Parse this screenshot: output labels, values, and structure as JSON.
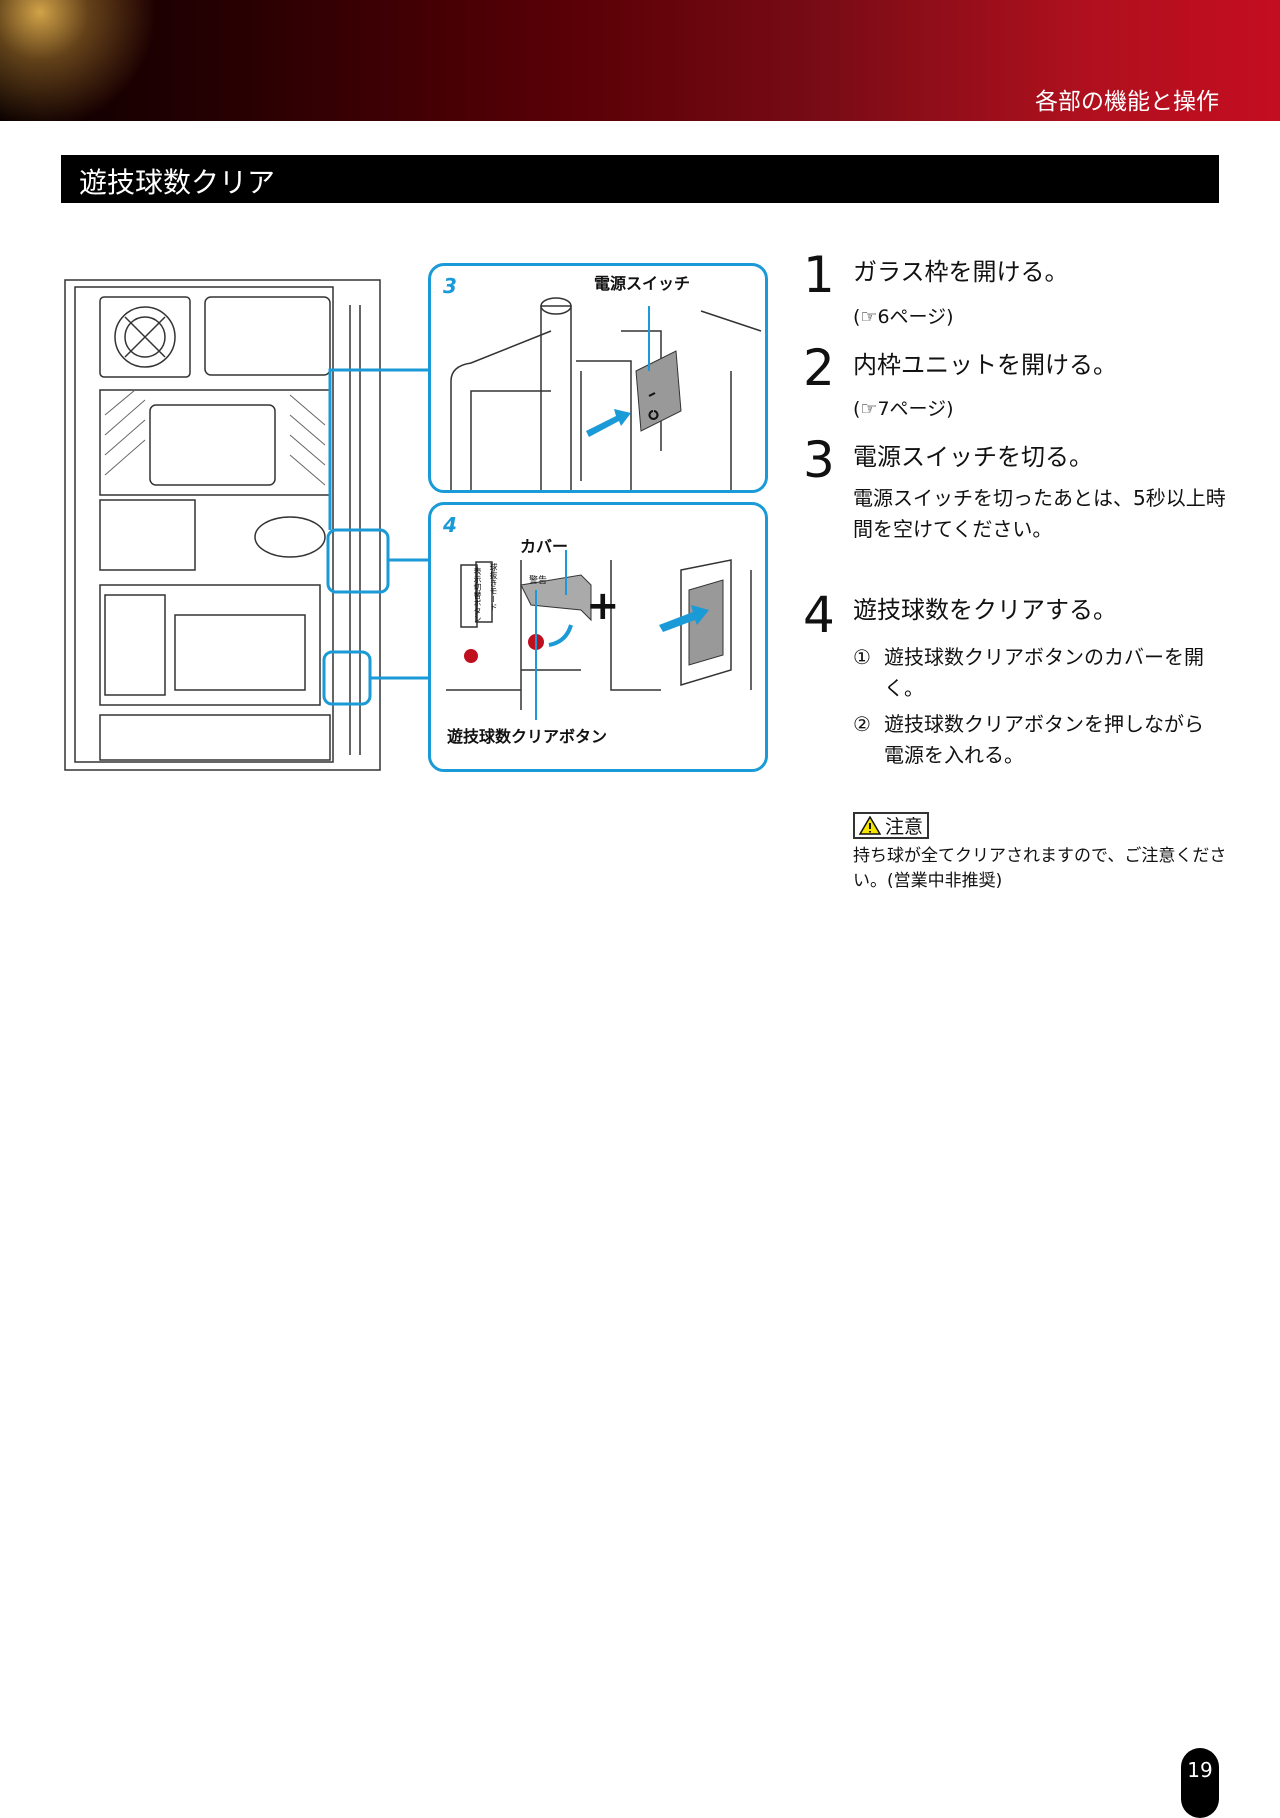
{
  "header": {
    "section": "各部の機能と操作",
    "accent": "#c40d20"
  },
  "title": "遊技球数クリア",
  "illustration": {
    "panel3": {
      "number": "3",
      "label": "電源スイッチ"
    },
    "panel4": {
      "number": "4",
      "cover_label": "カバー",
      "button_label": "遊技球数クリアボタン",
      "tag1": "球抜きモード",
      "tag2": "表示切替ボタン",
      "warning": "警告",
      "plus": "+"
    }
  },
  "steps": [
    {
      "num": "1",
      "text": "ガラス枠を開ける。",
      "ref": "(☞6ページ)"
    },
    {
      "num": "2",
      "text": "内枠ユニットを開ける。",
      "ref": "(☞7ページ)"
    },
    {
      "num": "3",
      "text": "電源スイッチを切る。",
      "body": "電源スイッチを切ったあとは、5秒以上時間を空けてください。"
    },
    {
      "num": "4",
      "text": "遊技球数をクリアする。",
      "subs": [
        {
          "mark": "①",
          "text": "遊技球数クリアボタンのカバーを開く。"
        },
        {
          "mark": "②",
          "text": "遊技球数クリアボタンを押しながら電源を入れる。"
        }
      ]
    }
  ],
  "caution": {
    "label": "注意",
    "text": "持ち球が全てクリアされますので、ご注意ください。(営業中非推奨)"
  },
  "page_number": "19"
}
